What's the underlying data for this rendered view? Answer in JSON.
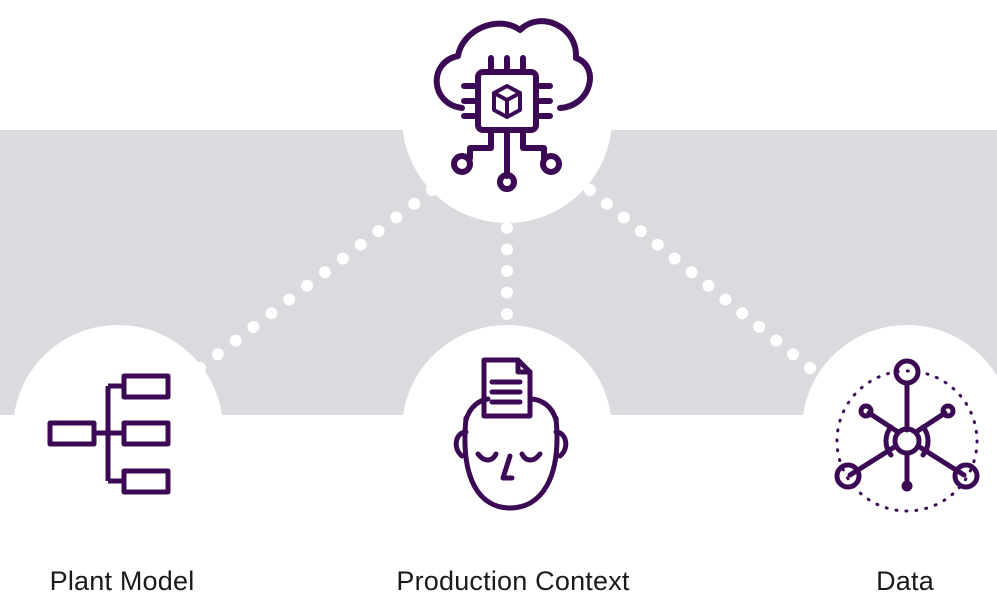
{
  "colors": {
    "band": "#d9dbdf",
    "node_bg": "#ffffff",
    "dots": "#ffffff",
    "icon": "#3c0a55",
    "text": "#1a1a1a"
  },
  "nodes": [
    {
      "id": "cloud",
      "icon": "cloud-chip-cube-icon",
      "label": ""
    },
    {
      "id": "plant",
      "icon": "hierarchy-tree-icon",
      "label": "Plant Model"
    },
    {
      "id": "context",
      "icon": "head-document-icon",
      "label": "Production Context"
    },
    {
      "id": "data",
      "icon": "data-network-icon",
      "label": "Data"
    }
  ],
  "labels": {
    "plant": "Plant Model",
    "context": "Production Context",
    "data": "Data"
  }
}
